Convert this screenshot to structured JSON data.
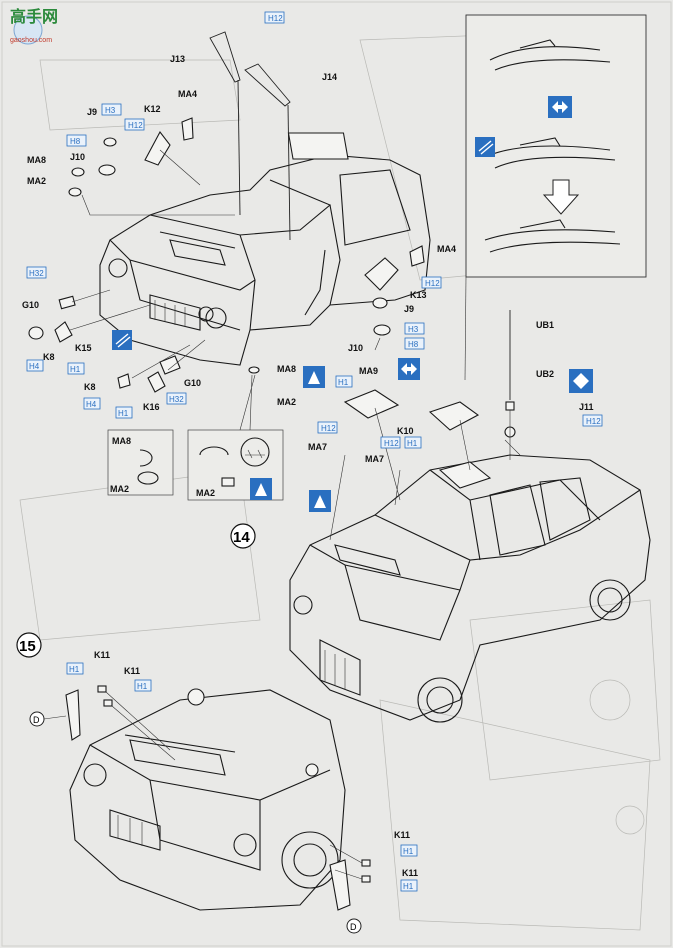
{
  "watermark": {
    "text": "高手网",
    "subtext": "gaoshou.com"
  },
  "steps": {
    "step14": "14",
    "step15": "15"
  },
  "parts": {
    "J13": "J13",
    "J14": "J14",
    "MA4": "MA4",
    "K12": "K12",
    "J9": "J9",
    "J10": "J10",
    "MA8": "MA8",
    "MA2": "MA2",
    "G10": "G10",
    "K8": "K8",
    "K15": "K15",
    "K16": "K16",
    "K13": "K13",
    "MA9": "MA9",
    "K10": "K10",
    "MA7": "MA7",
    "UB1": "UB1",
    "UB2": "UB2",
    "J11": "J11",
    "K11": "K11",
    "D": "D"
  },
  "paints": {
    "H12": "H12",
    "H3": "H3",
    "H8": "H8",
    "H32": "H32",
    "H1": "H1",
    "H4": "H4"
  },
  "colors": {
    "paint_blue": "#2a6fc0",
    "line": "#1a1a1a",
    "paper": "#e9e9e7"
  },
  "icons": [
    "cement-icon",
    "arrow-both-icon",
    "arrow-down-icon",
    "decal-diamond-icon",
    "glue-triangle-icon"
  ]
}
